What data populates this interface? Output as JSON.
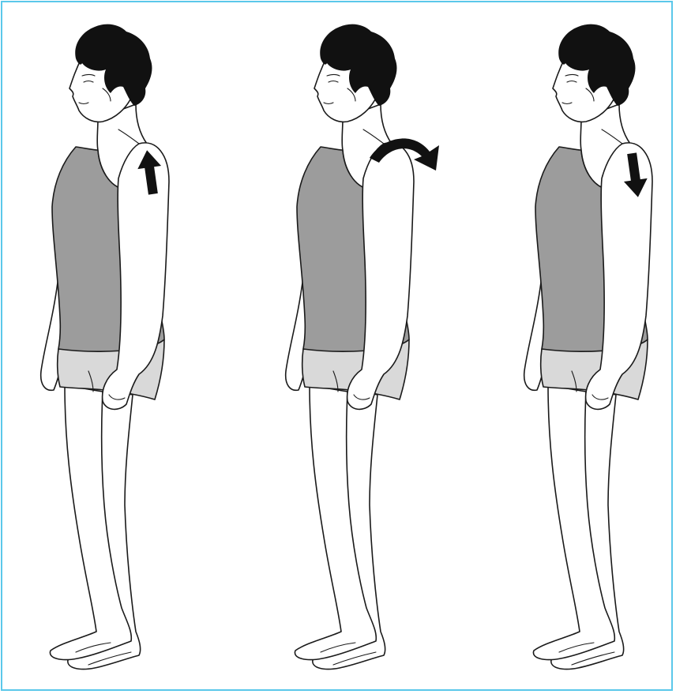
{
  "figure": {
    "panels": [
      {
        "id": "shrug",
        "arrow": "arrow-up-icon"
      },
      {
        "id": "roll",
        "arrow": "curved-arrow-back-icon"
      },
      {
        "id": "drop",
        "arrow": "arrow-down-icon"
      }
    ],
    "colors": {
      "border": "#5bc8ea",
      "tank_top": "#9c9c9c",
      "shorts": "#d9d9d9",
      "hair": "#111111",
      "arrow": "#111111",
      "skin": "#ffffff"
    }
  }
}
